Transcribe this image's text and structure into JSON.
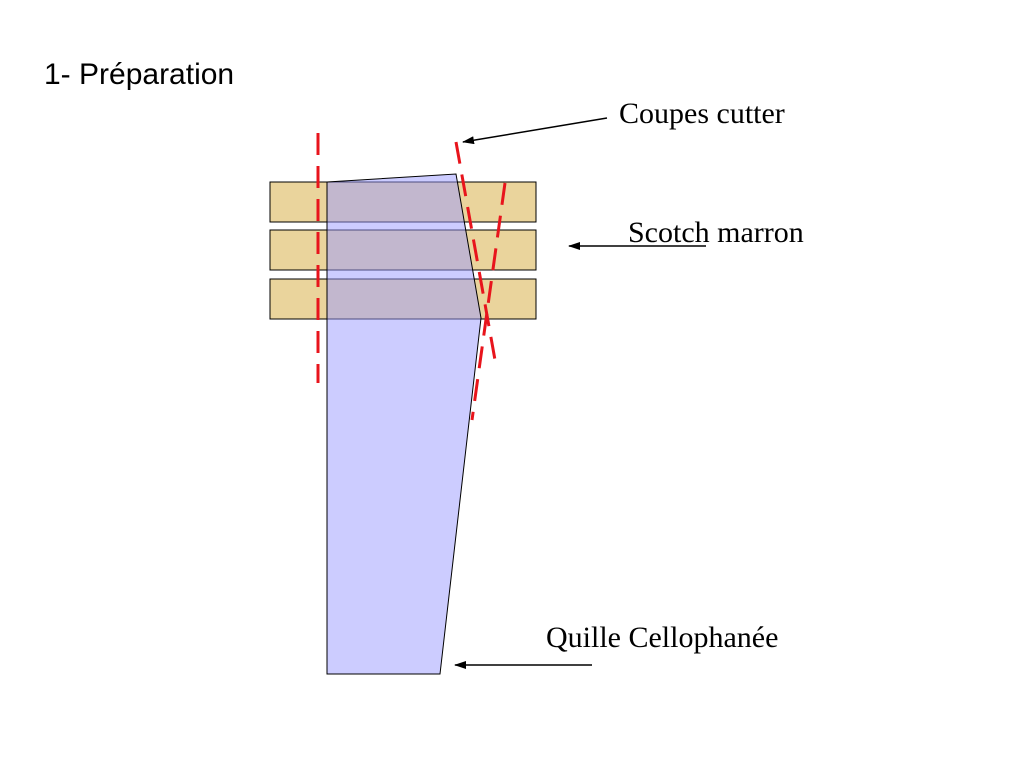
{
  "slide": {
    "title": "1- Préparation"
  },
  "labels": {
    "cuts": "Coupes cutter",
    "tape": "Scotch marron",
    "keel": "Quille Cellophanée"
  },
  "colors": {
    "background": "#ffffff",
    "cellophane_fill": "#ccccff",
    "tape_fill": "#ead49c",
    "overlap_fill": "#cdb29a",
    "cut_line": "#e8141c",
    "outline": "#000000"
  }
}
